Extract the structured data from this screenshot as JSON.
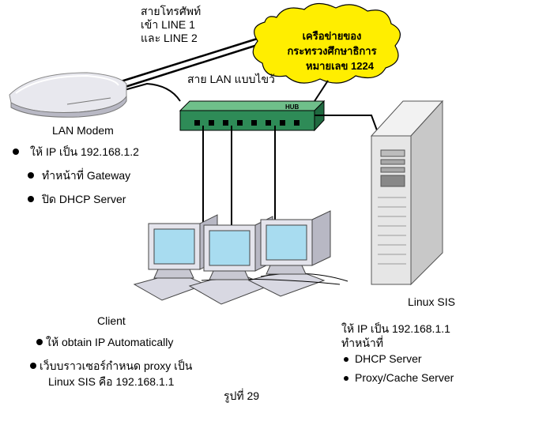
{
  "phone_line_label": [
    "สายโทรศัพท์",
    "เข้า LINE 1",
    "และ LINE 2"
  ],
  "cloud_label": [
    "เครือข่ายของ",
    "กระทรวงศึกษาธิการ",
    "หมายเลข 1224"
  ],
  "lan_cable_label": "สาย LAN แบบไขว้",
  "hub_label": "HUB",
  "modem": {
    "title": "LAN Modem",
    "bullets": [
      "ให้ IP เป็น 192.168.1.2",
      "ทำหน้าที่ Gateway",
      "ปิด DHCP Server"
    ]
  },
  "client": {
    "title": "Client",
    "bullets": [
      "ให้ obtain IP Automatically",
      "เว็บบราวเซอร์กำหนด proxy เป็น"
    ],
    "bullet2_cont": "Linux SIS คือ 192.168.1.1"
  },
  "server": {
    "title": "Linux SIS",
    "line1": "ให้ IP เป็น 192.168.1.1",
    "line2": "ทำหน้าที่",
    "bullets": [
      "DHCP Server",
      "Proxy/Cache Server"
    ]
  },
  "figure_caption": "รูปที่ 29",
  "colors": {
    "hub": "#2e8b57",
    "cloud": "#ffee00",
    "monitor_screen": "#a8dcf0"
  }
}
